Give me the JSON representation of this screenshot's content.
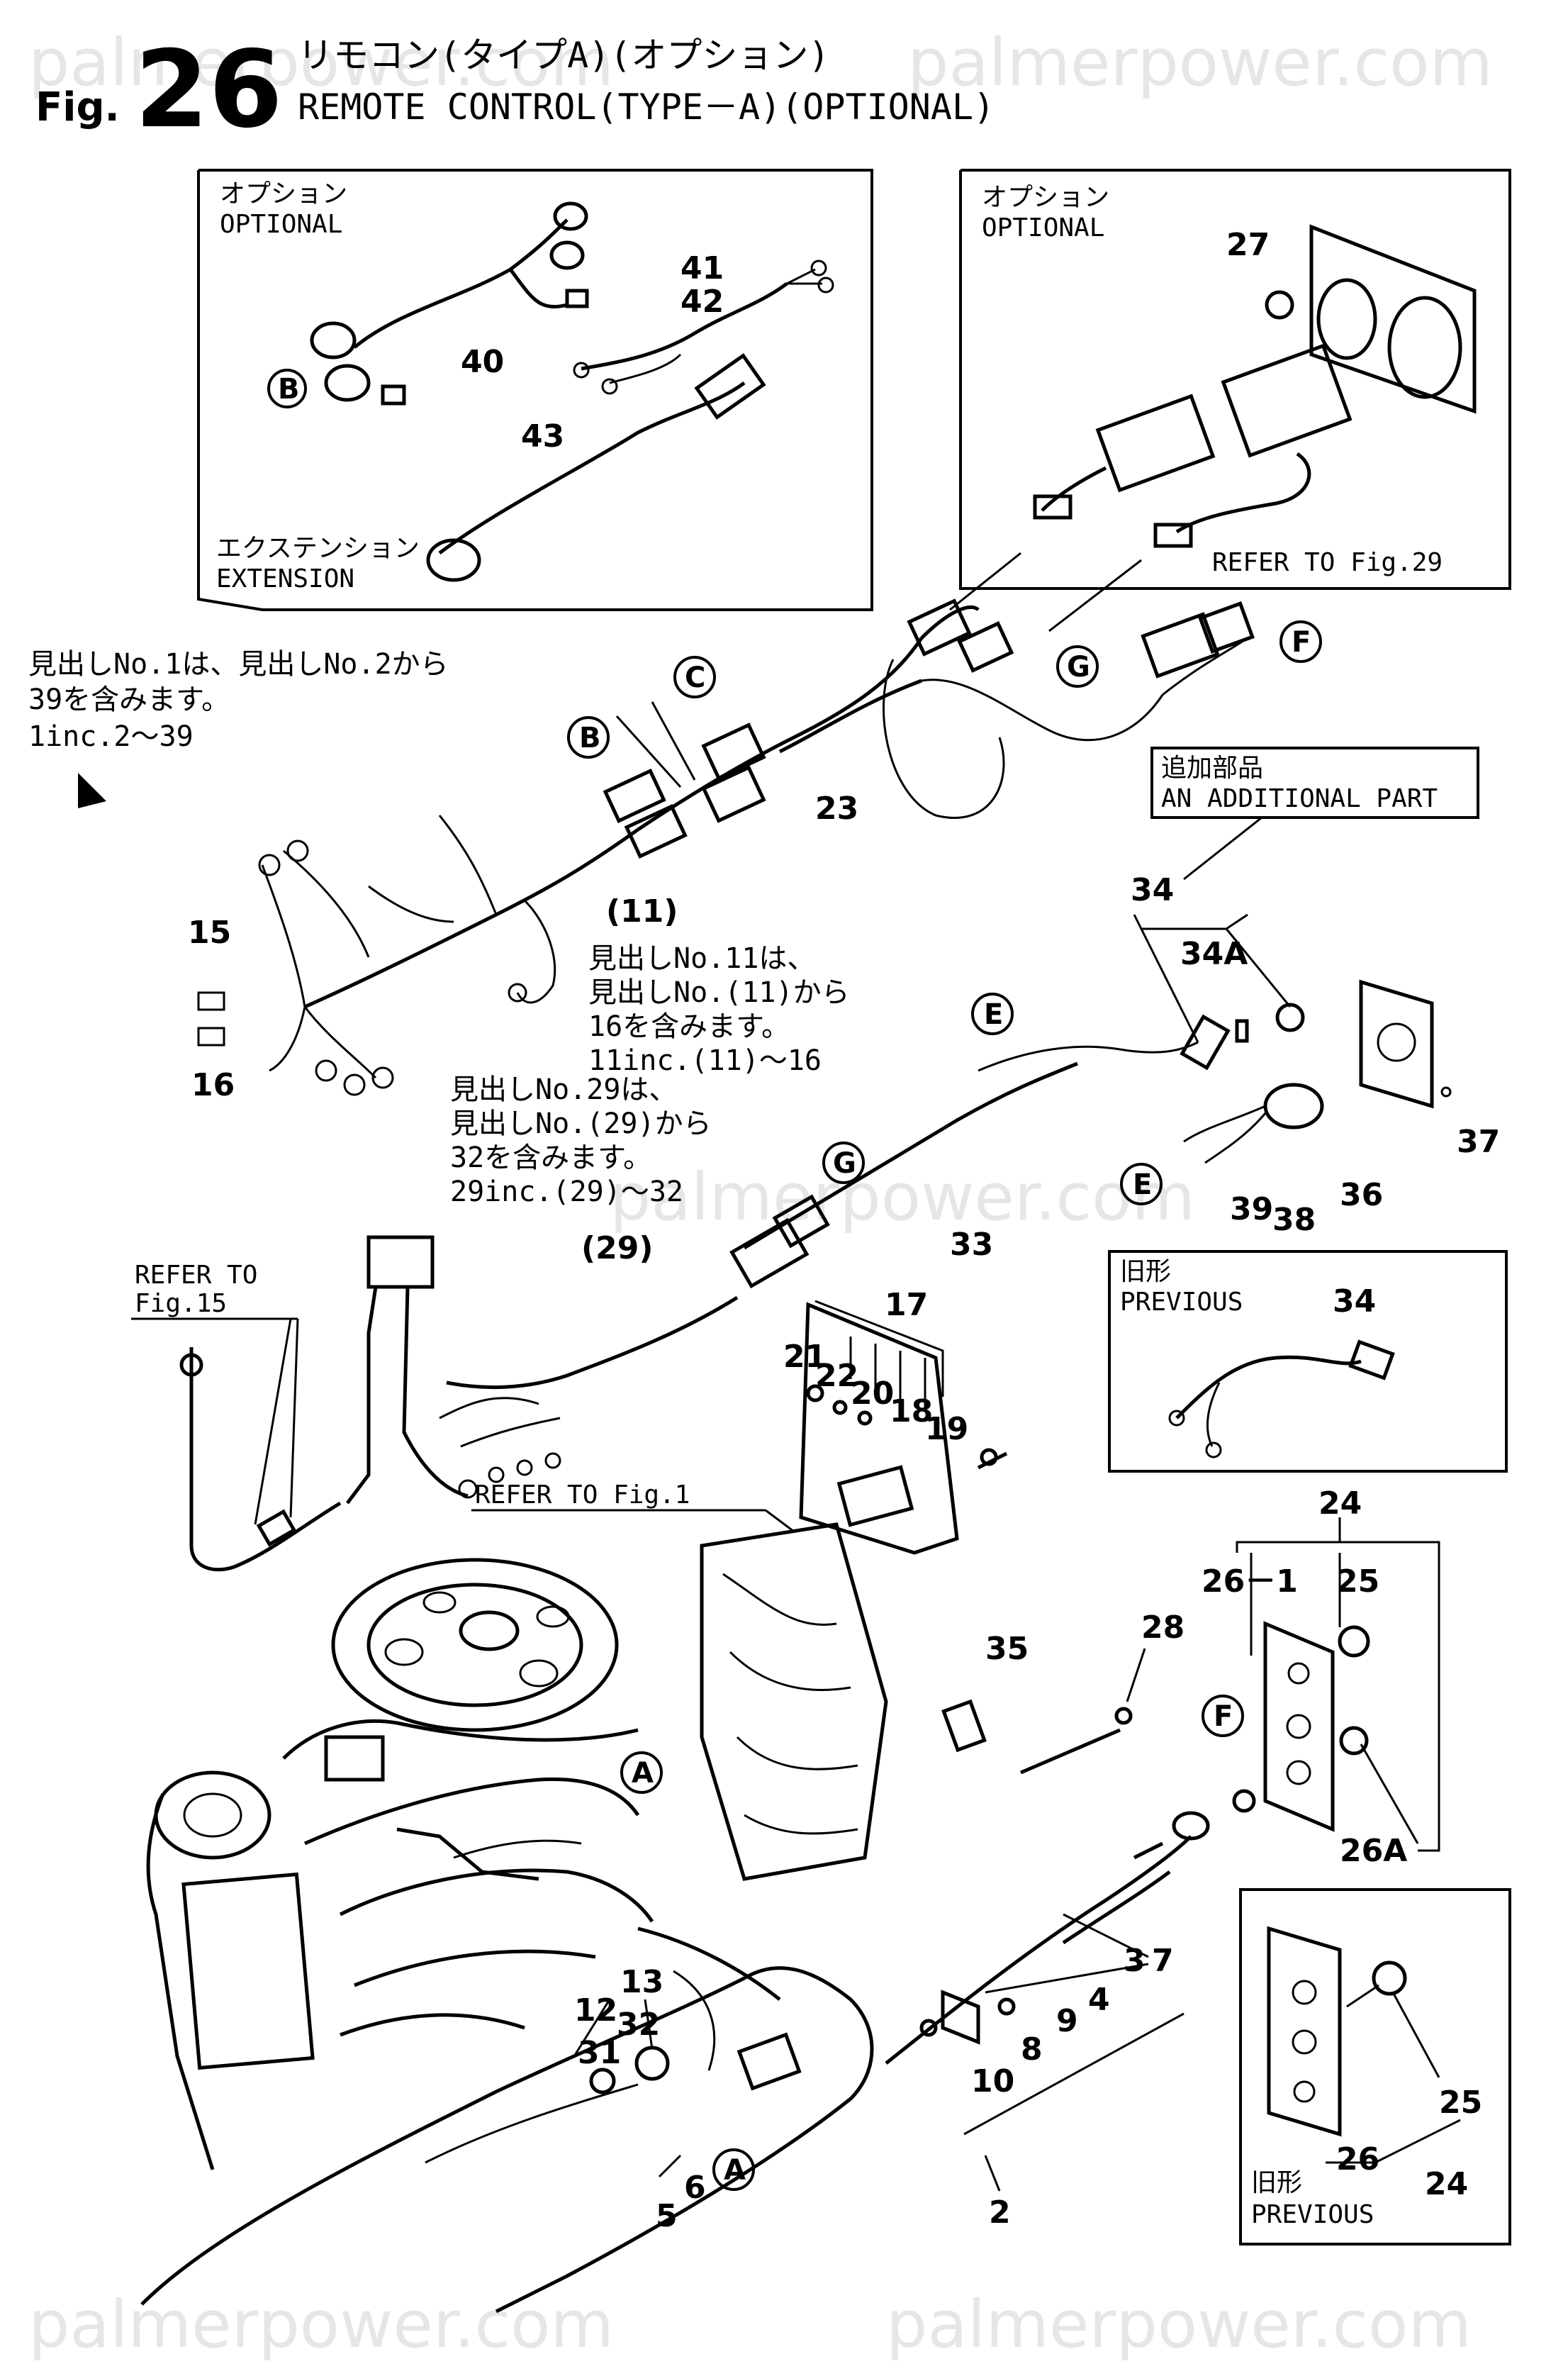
{
  "header": {
    "fig_prefix": "Fig.",
    "fig_number": "26",
    "title_jp": "リモコン(タイプA)(オプション)",
    "title_en": "REMOTE CONTROL(TYPE－A)(OPTIONAL)"
  },
  "watermark": "palmerpower.com",
  "boxes": {
    "optional_left": {
      "label_jp": "オプション",
      "label_en": "OPTIONAL",
      "ext_jp": "エクステンション",
      "ext_en": "EXTENSION"
    },
    "optional_right": {
      "label_jp": "オプション",
      "label_en": "OPTIONAL",
      "refer": "REFER TO Fig.29"
    },
    "additional": {
      "label_jp": "追加部品",
      "label_en": "AN ADDITIONAL PART"
    },
    "previous_top": {
      "label_jp": "旧形",
      "label_en": "PREVIOUS"
    },
    "previous_bottom": {
      "label_jp": "旧形",
      "label_en": "PREVIOUS"
    }
  },
  "notes": {
    "note1": {
      "line1": "見出しNo.1は、見出しNo.2から",
      "line2": "39を含みます。",
      "line3": "1inc.2～39"
    },
    "note11": {
      "line1": "見出しNo.11は、",
      "line2": "見出しNo.(11)から",
      "line3": "16を含みます。",
      "line4": "11inc.(11)～16"
    },
    "note29": {
      "line1": "見出しNo.29は、",
      "line2": "見出しNo.(29)から",
      "line3": "32を含みます。",
      "line4": "29inc.(29)～32"
    },
    "refer_fig15": {
      "line1": "REFER TO",
      "line2": "Fig.15"
    },
    "refer_fig1": "REFER TO Fig.1"
  },
  "callouts": {
    "c2": "2",
    "c3": "3",
    "c4": "4",
    "c5": "5",
    "c6": "6",
    "c7": "7",
    "c8": "8",
    "c9": "9",
    "c10": "10",
    "c11": "(11)",
    "c12": "12",
    "c13": "13",
    "c15": "15",
    "c16": "16",
    "c17": "17",
    "c18": "18",
    "c19": "19",
    "c20": "20",
    "c21": "21",
    "c22": "22",
    "c23": "23",
    "c24a": "24",
    "c24b": "24",
    "c25a": "25",
    "c25b": "25",
    "c26": "26",
    "c26_1": "26－1",
    "c26A": "26A",
    "c27": "27",
    "c28": "28",
    "c29": "(29)",
    "c31": "31",
    "c32": "32",
    "c33": "33",
    "c34a": "34",
    "c34b": "34",
    "c34A": "34A",
    "c35": "35",
    "c36": "36",
    "c37": "37",
    "c38": "38",
    "c39": "39",
    "c40": "40",
    "c41": "41",
    "c42": "42",
    "c43": "43"
  },
  "circle_letters": {
    "B1": "B",
    "B2": "B",
    "C": "C",
    "E1": "E",
    "E2": "E",
    "F1": "F",
    "F2": "F",
    "G1": "G",
    "G2": "G",
    "A1": "A",
    "A2": "A"
  }
}
